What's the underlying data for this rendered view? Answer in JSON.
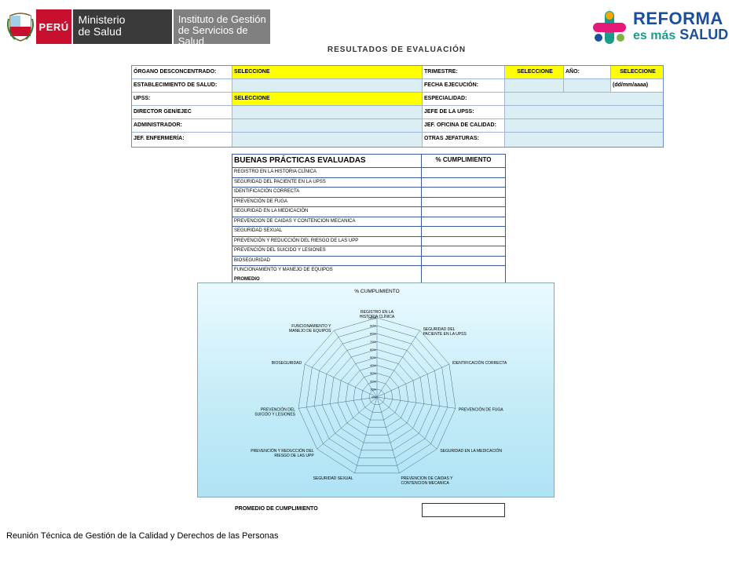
{
  "header": {
    "peru": "PERÚ",
    "minsa_line1": "Ministerio",
    "minsa_line2": "de Salud",
    "igss_line1": "Instituto de Gestión",
    "igss_line2": "de Servicios de Salud",
    "reforma_line1": "REFORMA",
    "reforma_es": "es más",
    "reforma_salud": "SALUD"
  },
  "title": "RESULTADOS DE EVALUACIÓN",
  "form": {
    "organo_label": "ÓRGANO DESCONCENTRADO:",
    "organo_value": "SELECCIONE",
    "trimestre_label": "TRIMESTRE:",
    "trimestre_value": "SELECCIONE",
    "anio_label": "AÑO:",
    "anio_value": "SELECCIONE",
    "establecimiento_label": "ESTABLECIMIENTO DE SALUD:",
    "fecha_label": "FECHA EJECUCIÓN:",
    "fecha_hint": "(dd/mm/aaaa)",
    "upss_label": "UPSS:",
    "upss_value": "SELECCIONE",
    "especialidad_label": "ESPECIALIDAD:",
    "director_label": "DIRECTOR GEN/EJEC",
    "jefe_upss_label": "JEFE DE LA UPSS:",
    "administrador_label": "ADMINISTRADOR:",
    "jef_calidad_label": "JEF. OFICINA DE CALIDAD:",
    "jef_enfermeria_label": "JEF. ENFERMERÍA:",
    "otras_label": "OTRAS JEFATURAS:"
  },
  "practices": {
    "header_left": "BUENAS PRÁCTICAS EVALUADAS",
    "header_right": "% CUMPLIMIENTO",
    "rows": [
      "REGISTRO EN LA HISTORIA CLÍNICA",
      "SEGURIDAD DEL PACIENTE EN LA UPSS",
      "IDENTIFICACIÓN CORRECTA",
      "PREVENCIÓN DE FUGA",
      "SEGURIDAD EN LA MEDICACIÓN",
      "PREVENCION DE CAIDAS Y CONTENCION MECANICA",
      "SEGURIDAD SEXUAL",
      "PREVENCIÓN Y REDUCCIÓN DEL RIESGO DE LAS UPP",
      "PREVENCIÓN DEL SUICIDO Y LESIONES",
      "BIOSEGURIDAD",
      "FUNCIONAMIENTO Y MANEJO DE EQUIPOS"
    ],
    "promedio": "PROMEDIO"
  },
  "chart_data": {
    "type": "radar",
    "title": "% CUMPLIMIENTO",
    "axes": [
      "REGISTRO EN LA HISTORIA CLÍNICA",
      "SEGURIDAD DEL PACIENTE EN LA UPSS",
      "IDENTIFICACIÓN CORRECTA",
      "PREVENCIÓN DE FUGA",
      "SEGURIDAD EN LA MEDICACIÓN",
      "PREVENCION DE CAIDAS Y CONTENCION MECANICA",
      "SEGURIDAD SEXUAL",
      "PREVENCIÓN Y REDUCCIÓN DEL RIESGO DE LAS UPP",
      "PREVENCIÓN DEL SUICIDO Y LESIONES",
      "BIOSEGURIDAD",
      "FUNCIONAMIENTO Y MANEJO DE EQUIPOS"
    ],
    "ticks": [
      "0%",
      "10%",
      "20%",
      "30%",
      "40%",
      "50%",
      "60%",
      "70%",
      "80%",
      "90%",
      "100%"
    ],
    "rlim": [
      0,
      100
    ],
    "values": [],
    "grid": true
  },
  "footer": {
    "promedio_cumplimiento": "PROMEDIO DE CUMPLIMIENTO",
    "caption": "Reunión Técnica de Gestión de la Calidad y Derechos de las Personas"
  },
  "colors": {
    "peru_red": "#c8102e",
    "reforma_blue": "#1a4f9c",
    "highlight_yellow": "#ffff00",
    "field_blue": "#dbeef4"
  }
}
